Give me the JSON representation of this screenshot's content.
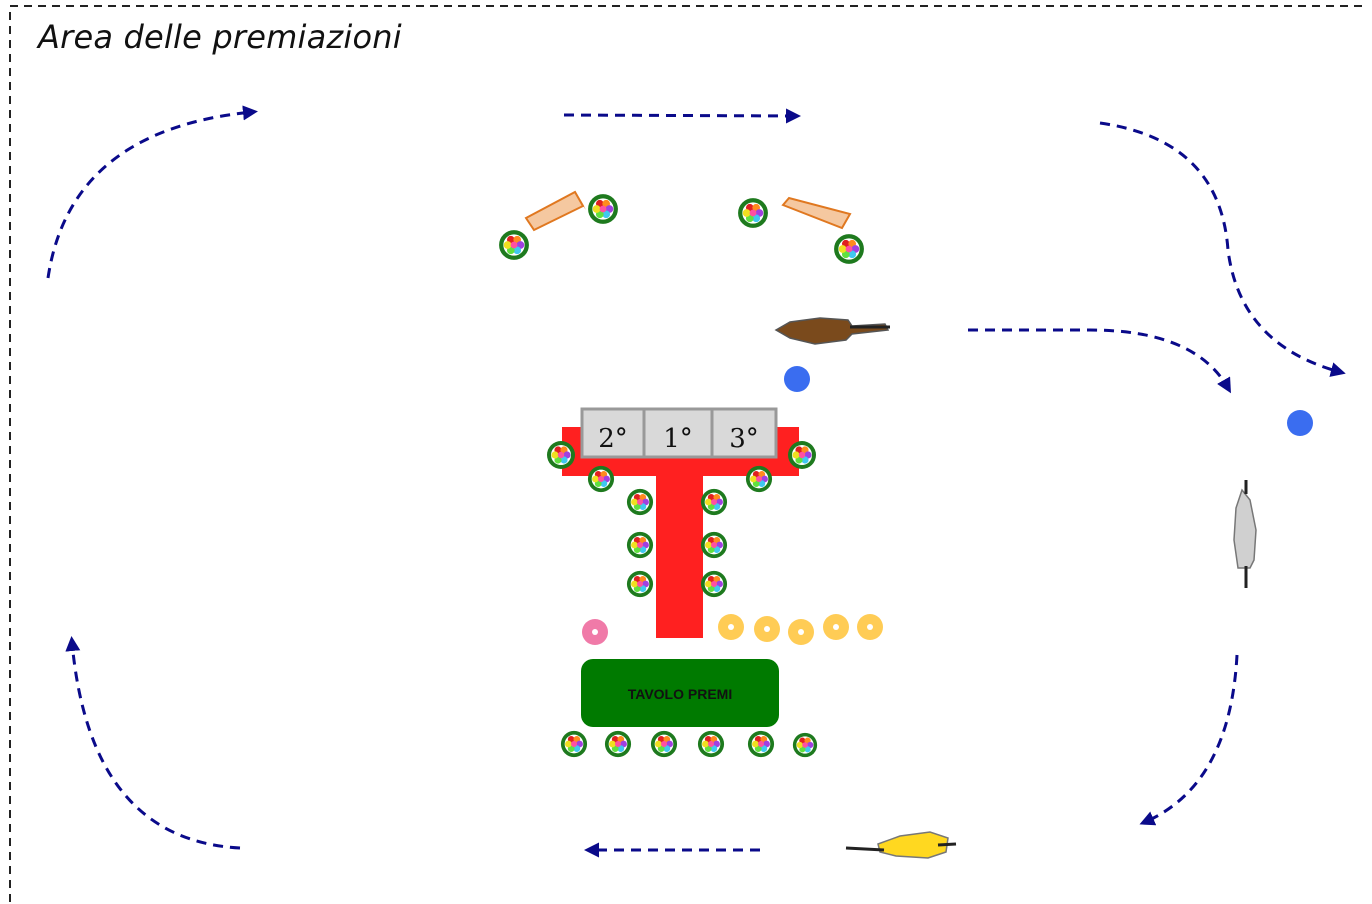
{
  "title": "Area delle premiazioni",
  "podium": {
    "labels": [
      "2°",
      "1°",
      "3°"
    ]
  },
  "prize_table": {
    "label": "TAVOLO PREMI"
  },
  "colors": {
    "border": "#222222",
    "arrow": "#0a0a8a",
    "podium_base": "#ff2020",
    "podium_step": "#d9d9d9",
    "table": "#007a00",
    "bench": "#f5c8a0",
    "bench_stroke": "#e07820",
    "judge": "#3a6df0",
    "presenter": "#f07aa8",
    "helper": "#ffcc55",
    "horse_brown": "#7a4a1c",
    "horse_grey": "#d0d0d0",
    "horse_yellow": "#ffd820",
    "flower_ring": "#1e7a1e"
  },
  "icons": {
    "flower_pot": "flower-pot-icon",
    "bench": "bench-icon",
    "horse": "horse-icon",
    "person": "person-icon"
  }
}
